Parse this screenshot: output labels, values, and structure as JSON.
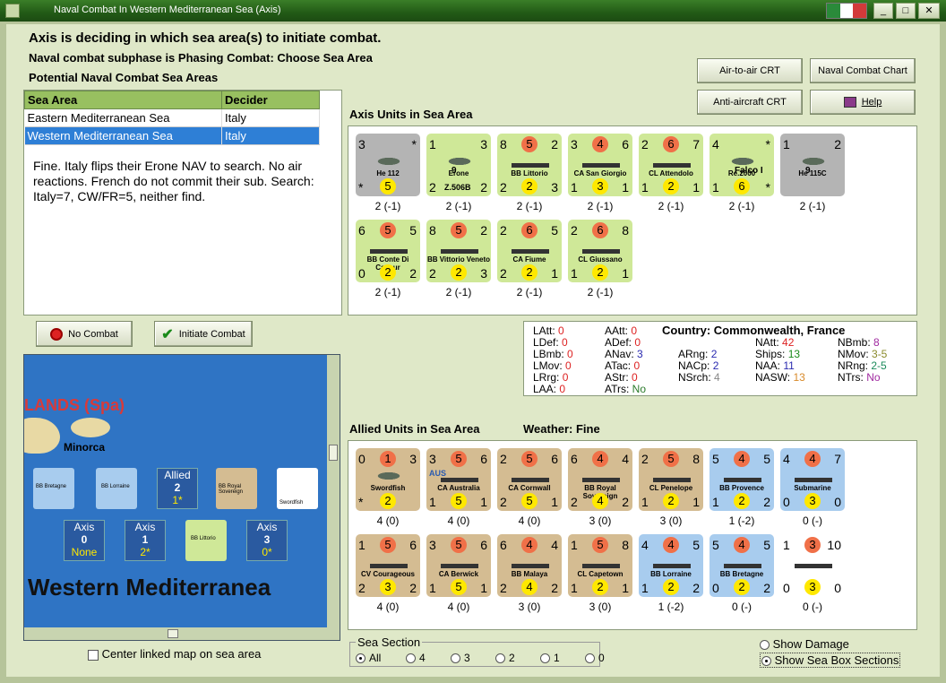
{
  "window": {
    "title": "Naval Combat In Western Mediterranean Sea (Axis)",
    "min": "_",
    "max": "□",
    "close": "✕"
  },
  "header": {
    "line1": "Axis is deciding in which sea area(s) to initiate combat.",
    "line2": "Naval combat subphase is Phasing Combat: Choose Sea Area",
    "line3": "Potential Naval Combat Sea Areas"
  },
  "buttons": {
    "air_crt": "Air-to-air CRT",
    "naval_chart": "Naval Combat Chart",
    "aa_crt": "Anti-aircraft CRT",
    "help": "Help",
    "no_combat": "No Combat",
    "initiate": "Initiate Combat"
  },
  "sea_table": {
    "headers": [
      "Sea Area",
      "Decider"
    ],
    "rows": [
      [
        "Eastern Mediterranean Sea",
        "Italy"
      ],
      [
        "Western Mediterranean Sea",
        "Italy"
      ]
    ]
  },
  "note": "Fine.  Italy flips their Erone NAV to search.  No air reactions.  French do not commit their sub.  Search:  Italy=7, CW/FR=5, neither find.",
  "axis_title": "Axis Units in Sea Area",
  "axis_units": [
    {
      "tl": "3",
      "tr": "*",
      "name": "He 112",
      "bl": "*",
      "bc": "5",
      "br": "",
      "sub": "2 (-1)",
      "col": "gr",
      "type": "air"
    },
    {
      "tl": "1",
      "tr": "3",
      "name": "Erone",
      "mid": "9",
      "bl": "2",
      "bc": "Z.506B",
      "br": "2",
      "sub": "2 (-1)",
      "col": "g",
      "type": "air"
    },
    {
      "tl": "8",
      "tc": "5",
      "tr": "2",
      "name": "BB Littorio",
      "bl": "2",
      "bc": "2",
      "br": "3",
      "sub": "2 (-1)",
      "col": "g",
      "type": "ship"
    },
    {
      "tl": "3",
      "tc": "4",
      "tr": "6",
      "name": "CA San Giorgio",
      "bl": "1",
      "bc": "3",
      "br": "1",
      "sub": "2 (-1)",
      "col": "g",
      "type": "ship"
    },
    {
      "tl": "2",
      "tc": "6",
      "tr": "7",
      "name": "CL Attendolo",
      "bl": "1",
      "bc": "2",
      "br": "1",
      "sub": "2 (-1)",
      "col": "g",
      "type": "ship"
    },
    {
      "tl": "4",
      "tr": "*",
      "name": "Re.2000",
      "mid": "Falco I",
      "bl": "1",
      "bc": "6",
      "br": "*",
      "sub": "2 (-1)",
      "col": "g",
      "type": "air"
    },
    {
      "tl": "1",
      "tr": "2",
      "name": "He 115C",
      "mid": "9",
      "bl": "",
      "bc": "",
      "br": "",
      "sub": "2 (-1)",
      "col": "gr",
      "type": "air"
    },
    {
      "tl": "6",
      "tc": "5",
      "tr": "5",
      "name": "BB Conte Di Cavour",
      "bl": "0",
      "bc": "2",
      "br": "2",
      "sub": "2 (-1)",
      "col": "g",
      "type": "ship"
    },
    {
      "tl": "8",
      "tc": "5",
      "tr": "2",
      "name": "BB Vittorio Veneto",
      "bl": "2",
      "bc": "2",
      "br": "3",
      "sub": "2 (-1)",
      "col": "g",
      "type": "ship"
    },
    {
      "tl": "2",
      "tc": "6",
      "tr": "5",
      "name": "CA Fiume",
      "bl": "2",
      "bc": "2",
      "br": "1",
      "sub": "2 (-1)",
      "col": "g",
      "type": "ship"
    },
    {
      "tl": "2",
      "tc": "6",
      "tr": "8",
      "name": "CL Giussano",
      "bl": "1",
      "bc": "2",
      "br": "1",
      "sub": "2 (-1)",
      "col": "g",
      "type": "ship"
    }
  ],
  "stats": {
    "col1": [
      "LAtt: 0",
      "LDef: 0",
      "LBmb: 0",
      "LMov: 0",
      "LRrg: 0",
      "LAA: 0"
    ],
    "col2": [
      "AAtt: 0",
      "ADef: 0",
      "ANav: 3",
      "ATac: 0",
      "AStr: 0",
      "ATrs: No"
    ],
    "country": "Country: Commonwealth, France",
    "col3": [
      "ARng: 2",
      "NACp: 2",
      "NSrch: 4"
    ],
    "col4": [
      "NAtt: 42",
      "Ships: 13",
      "NAA: 11",
      "NASW: 13"
    ],
    "col5": [
      "NBmb: 8",
      "NMov: 3-5",
      "NRng: 2-5",
      "NTrs: No"
    ]
  },
  "allied_title": "Allied Units in Sea Area",
  "weather": "Weather:  Fine",
  "allied_units": [
    {
      "tl": "0",
      "tc": "1",
      "tr": "3",
      "name": "Swordfish",
      "bl": "*",
      "bc": "2",
      "br": "",
      "sub": "4 (0)",
      "col": "tan",
      "type": "air"
    },
    {
      "tl": "3",
      "tc": "5",
      "tr": "6",
      "name": "CA Australia",
      "tag": "AUS",
      "bl": "1",
      "bc": "5",
      "br": "1",
      "sub": "4 (0)",
      "col": "tan",
      "type": "ship"
    },
    {
      "tl": "2",
      "tc": "5",
      "tr": "6",
      "name": "CA Cornwall",
      "bl": "2",
      "bc": "5",
      "br": "1",
      "sub": "4 (0)",
      "col": "tan",
      "type": "ship"
    },
    {
      "tl": "6",
      "tc": "4",
      "tr": "4",
      "name": "BB Royal Sovereign",
      "bl": "2",
      "bc": "4",
      "br": "2",
      "sub": "3 (0)",
      "col": "tan",
      "type": "ship"
    },
    {
      "tl": "2",
      "tc": "5",
      "tr": "8",
      "name": "CL Penelope",
      "bl": "1",
      "bc": "2",
      "br": "1",
      "sub": "3 (0)",
      "col": "tan",
      "type": "ship"
    },
    {
      "tl": "5",
      "tc": "4",
      "tr": "5",
      "name": "BB Provence",
      "bl": "1",
      "bc": "2",
      "br": "2",
      "sub": "1 (-2)",
      "col": "bl",
      "type": "ship"
    },
    {
      "tl": "4",
      "tc": "4",
      "tr": "7",
      "name": "Submarine",
      "bl": "0",
      "bc": "3",
      "br": "0",
      "sub": "0 (-)",
      "col": "bl",
      "type": "ship"
    },
    {
      "tl": "1",
      "tc": "5",
      "tr": "6",
      "name": "CV Courageous",
      "bl": "2",
      "bc": "3",
      "br": "2",
      "sub": "4 (0)",
      "col": "tan",
      "type": "ship"
    },
    {
      "tl": "3",
      "tc": "5",
      "tr": "6",
      "name": "CA Berwick",
      "bl": "1",
      "bc": "5",
      "br": "1",
      "sub": "4 (0)",
      "col": "tan",
      "type": "ship"
    },
    {
      "tl": "6",
      "tc": "4",
      "tr": "4",
      "name": "BB Malaya",
      "bl": "2",
      "bc": "4",
      "br": "2",
      "sub": "3 (0)",
      "col": "tan",
      "type": "ship"
    },
    {
      "tl": "1",
      "tc": "5",
      "tr": "8",
      "name": "CL Capetown",
      "bl": "1",
      "bc": "2",
      "br": "1",
      "sub": "3 (0)",
      "col": "tan",
      "type": "ship"
    },
    {
      "tl": "4",
      "tc": "4",
      "tr": "5",
      "name": "BB Lorraine",
      "bl": "1",
      "bc": "2",
      "br": "2",
      "sub": "1 (-2)",
      "col": "bl",
      "type": "ship"
    },
    {
      "tl": "5",
      "tc": "4",
      "tr": "5",
      "name": "BB Bretagne",
      "bl": "0",
      "bc": "2",
      "br": "2",
      "sub": "0 (-)",
      "col": "bl",
      "type": "ship"
    },
    {
      "tl": "1",
      "tc": "3",
      "tr": "10",
      "name": "",
      "bl": "0",
      "bc": "3",
      "br": "0",
      "sub": "0 (-)",
      "col": "pinkw",
      "type": "ship"
    }
  ],
  "map": {
    "island_label": "LANDS (Spa)",
    "minorca": "Minorca",
    "sea_name": "Western Mediterranea",
    "boxes": [
      {
        "t": "Allied",
        "v": "2",
        "s": "1*"
      },
      {
        "t": "Axis",
        "v": "0",
        "s": "None"
      },
      {
        "t": "Axis",
        "v": "1",
        "s": "2*"
      },
      {
        "t": "Axis",
        "v": "3",
        "s": "0*"
      }
    ],
    "counters": [
      "BB Bretagne",
      "BB Lorraine",
      "BB Royal Sovereign",
      "Swordfish",
      "BB Littorio"
    ]
  },
  "center_map": "Center linked map on sea area",
  "sea_section": {
    "label": "Sea Section",
    "options": [
      "All",
      "4",
      "3",
      "2",
      "1",
      "0"
    ]
  },
  "show_damage": "Show Damage",
  "show_boxes": "Show Sea Box Sections",
  "colors": {
    "axis": "#cfe898",
    "allied_cw": "#d4bc92",
    "allied_fr": "#a8ccee",
    "attack": "#f07048",
    "def": "#ffe800"
  }
}
